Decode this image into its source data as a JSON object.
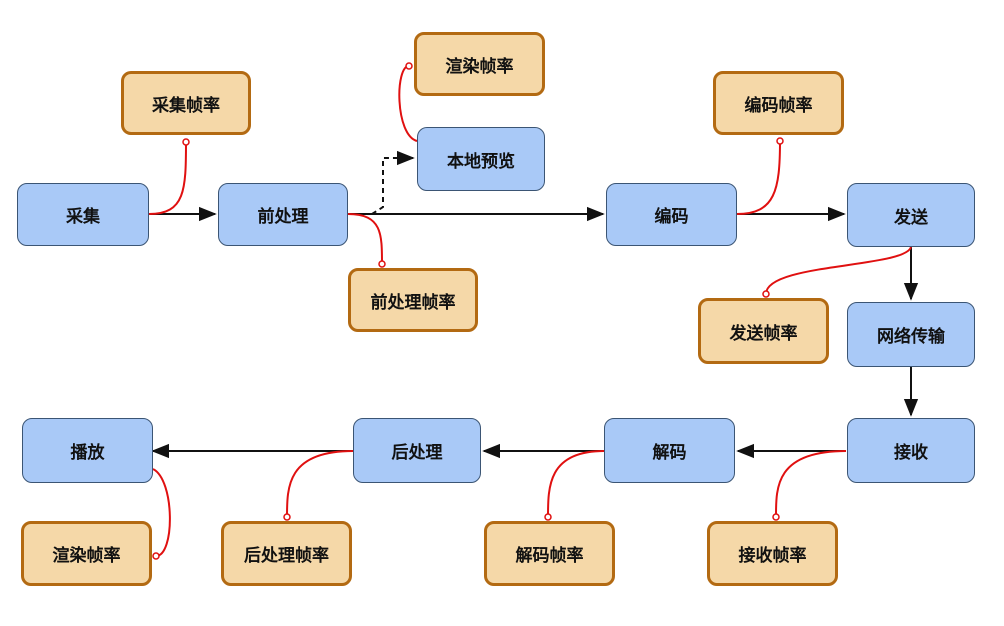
{
  "processes": {
    "capture": "采集",
    "preprocess": "前处理",
    "local_preview": "本地预览",
    "encode": "编码",
    "send": "发送",
    "network": "网络传输",
    "receive": "接收",
    "decode": "解码",
    "postprocess": "后处理",
    "play": "播放"
  },
  "rates": {
    "capture_rate": "采集帧率",
    "render_rate_top": "渲染帧率",
    "preprocess_rate": "前处理帧率",
    "encode_rate": "编码帧率",
    "send_rate": "发送帧率",
    "receive_rate": "接收帧率",
    "decode_rate": "解码帧率",
    "postprocess_rate": "后处理帧率",
    "render_rate_bottom": "渲染帧率"
  },
  "colors": {
    "process_fill": "#a9c9f7",
    "rate_fill": "#f5d8a8",
    "rate_border": "#b36a12",
    "link_red": "#e01010",
    "arrow": "#111111"
  }
}
